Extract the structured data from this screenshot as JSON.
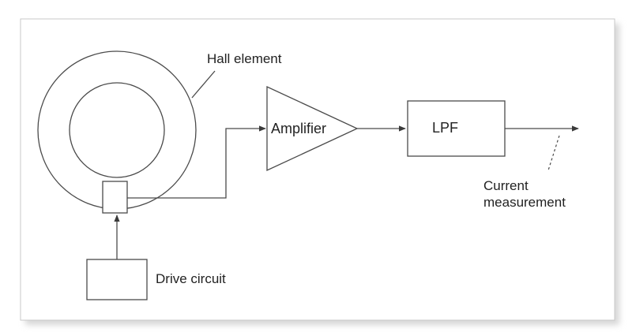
{
  "labels": {
    "hall_element": "Hall element",
    "amplifier": "Amplifier",
    "lpf": "LPF",
    "current": "Current",
    "measurement": "measurement",
    "drive_circuit": "Drive circuit"
  },
  "colors": {
    "line": "#4a4a4a",
    "text": "#222222",
    "panel_border": "#c8c8c8",
    "panel_shadow": "#d6d6d6",
    "background": "#ffffff"
  }
}
